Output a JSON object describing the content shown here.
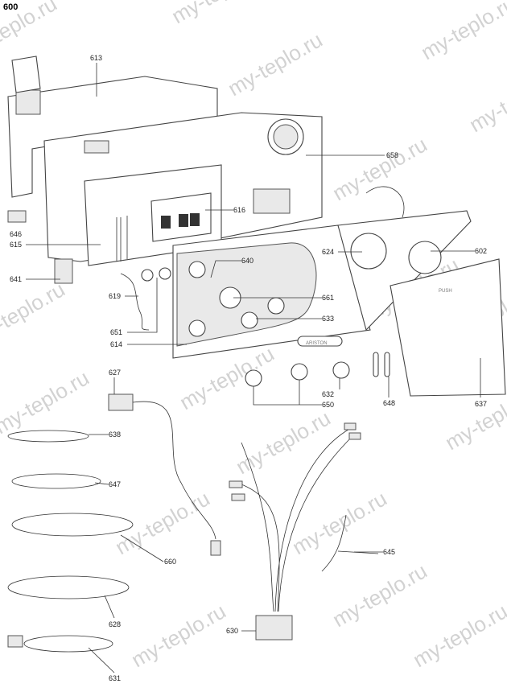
{
  "title": "600",
  "watermark": "my-teplo.ru",
  "brand_on_panel": "ARISTON",
  "door_text": "PUSH",
  "parts": {
    "p613": "613",
    "p658": "658",
    "p616": "616",
    "p646": "646",
    "p615": "615",
    "p641": "641",
    "p619": "619",
    "p651": "651",
    "p614": "614",
    "p640": "640",
    "p661": "661",
    "p633": "633",
    "p624": "624",
    "p602": "602",
    "p637": "637",
    "p648": "648",
    "p632": "632",
    "p650": "650",
    "p627": "627",
    "p638": "638",
    "p647": "647",
    "p660": "660",
    "p628": "628",
    "p631": "631",
    "p630": "630",
    "p645": "645"
  }
}
